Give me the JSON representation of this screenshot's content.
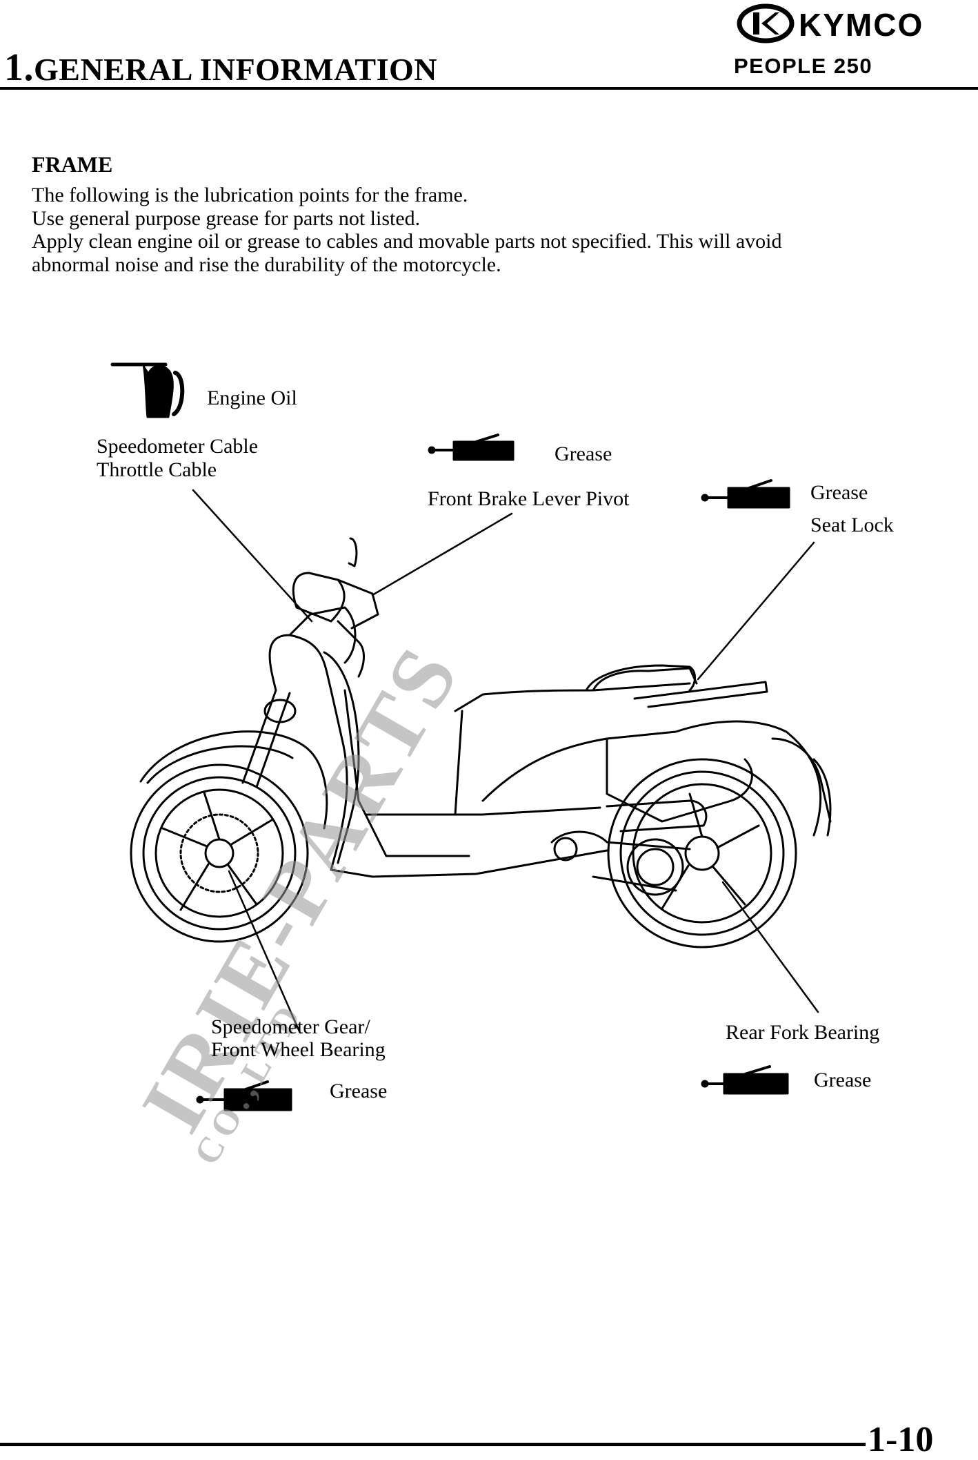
{
  "header": {
    "section_number": "1.",
    "section_title": "GENERAL INFORMATION",
    "model": "PEOPLE 250",
    "brand_logo_text": "KYMCO"
  },
  "content": {
    "heading": "FRAME",
    "paragraph_lines": [
      "The following is the lubrication points for the frame.",
      "Use general purpose grease for parts not listed.",
      "Apply clean engine oil or grease to cables and movable parts not specified.    This will avoid",
      "abnormal noise and rise the durability of the motorcycle."
    ]
  },
  "diagram": {
    "legend_engine_oil": "Engine Oil",
    "callouts": {
      "speedometer_cable": "Speedometer Cable",
      "throttle_cable": "Throttle Cable",
      "grease_top": "Grease",
      "front_brake_lever_pivot": "Front Brake Lever Pivot",
      "grease_right": "Grease",
      "seat_lock": "Seat Lock",
      "speedometer_gear": "Speedometer Gear/",
      "front_wheel_bearing": "Front Wheel Bearing",
      "grease_bottom_left": "Grease",
      "rear_fork_bearing": "Rear Fork Bearing",
      "grease_bottom_right": "Grease"
    },
    "watermark_main": "IRIE-PARTS",
    "watermark_sub": "CO.,LTD"
  },
  "footer": {
    "page_number": "1-10"
  }
}
